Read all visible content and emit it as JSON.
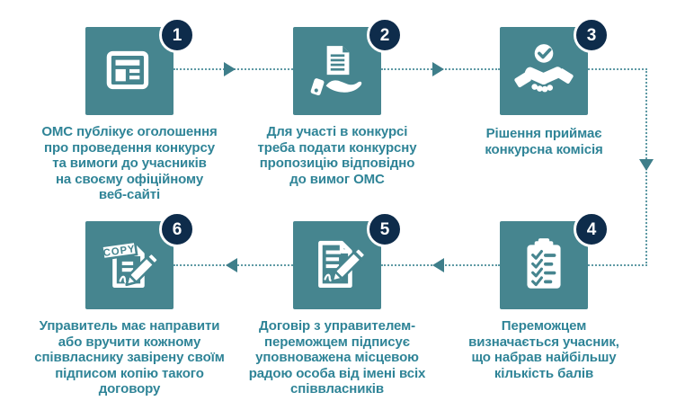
{
  "colors": {
    "square_teal": "#46858F",
    "badge_navy": "#0E2C4B",
    "text_teal": "#2F8497",
    "connector_dotted": "#5E99A4",
    "arrowhead": "#3E7E8A"
  },
  "steps": [
    {
      "number": "1",
      "icon": "newspaper",
      "text": "ОМС публікує оголошення\nпро проведення конкурсу\nта вимоги до учасників\nна своєму офіційному\nвеб-сайті"
    },
    {
      "number": "2",
      "icon": "document-in-hand",
      "text": "Для участі в конкурсі\nтреба подати конкурсну\nпропозицію відповідно\nдо вимог ОМС"
    },
    {
      "number": "3",
      "icon": "handshake-approved",
      "text": "Рішення приймає\nконкурсна комісія"
    },
    {
      "number": "4",
      "icon": "checklist-clipboard",
      "text": "Переможцем\nвизначається учасник,\nщо набрав найбільшу\nкількість балів"
    },
    {
      "number": "5",
      "icon": "contract-signing",
      "text": "Договір з управителем-\nпереможцем підписує\nуповноважена місцевою\nрадою особа від імені всіх\nспіввласників"
    },
    {
      "number": "6",
      "icon": "contract-copy",
      "text": "Управитель має направити\nабо вручити кожному\nспіввласнику завірену своїм\nпідписом копію такого\nдоговору",
      "stamp_label": "COPY"
    }
  ]
}
